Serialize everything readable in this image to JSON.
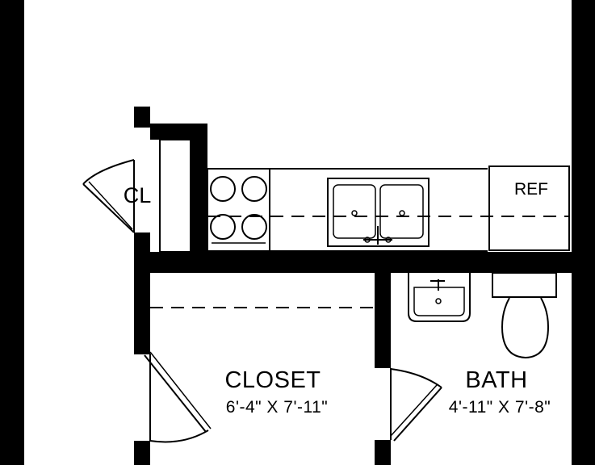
{
  "rooms": {
    "closet": {
      "name": "CLOSET",
      "dimensions": "6'-4\" X 7'-11\""
    },
    "bath": {
      "name": "BATH",
      "dimensions": "4'-11\" X 7'-8\""
    },
    "cl": {
      "name": "CL"
    }
  },
  "fixtures": {
    "refrigerator": {
      "label": "REF"
    }
  },
  "colors": {
    "wall": "#000000",
    "background": "#ffffff"
  }
}
